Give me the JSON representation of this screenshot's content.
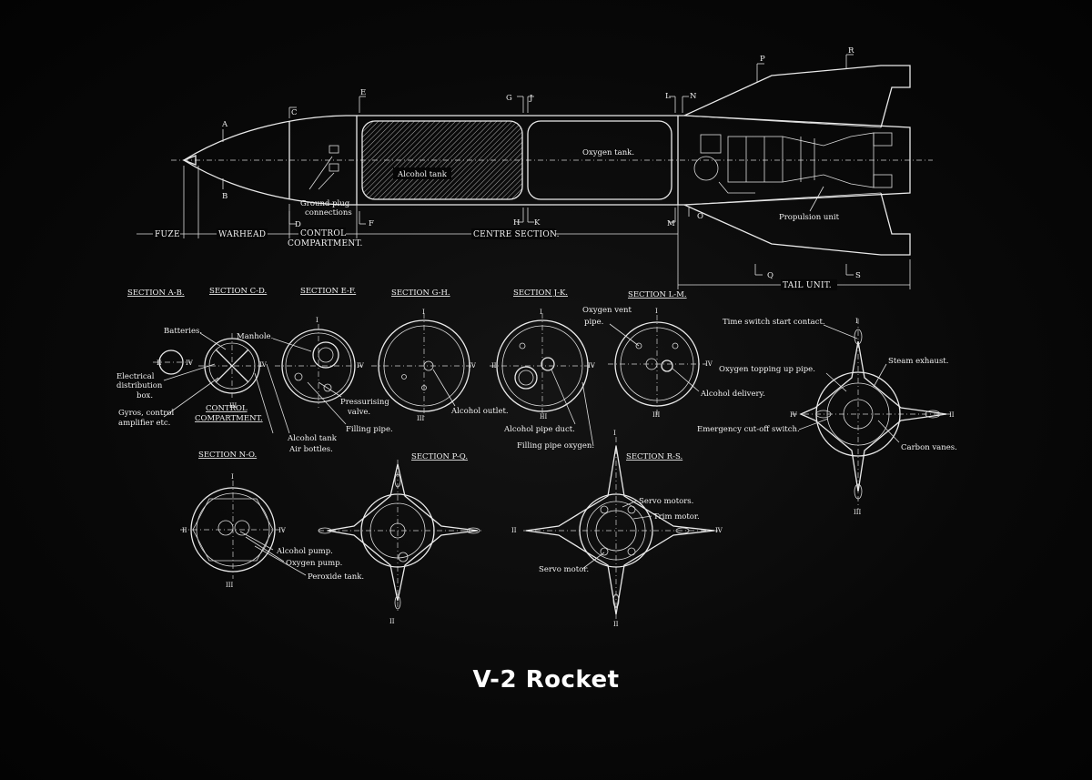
{
  "title": "V-2 Rocket",
  "dimensions": {
    "fuze": "FUZE",
    "warhead": "WARHEAD",
    "control1": "CONTROL",
    "control2": "COMPARTMENT.",
    "centre": "CENTRE SECTION.",
    "tail": "TAIL UNIT."
  },
  "section_letters": [
    "A",
    "B",
    "C",
    "D",
    "E",
    "F",
    "G",
    "H",
    "J",
    "K",
    "L",
    "M",
    "N",
    "O",
    "P",
    "Q",
    "R",
    "S"
  ],
  "side_labels": {
    "alcohol_tank": "Alcohol tank",
    "oxygen_tank": "Oxygen tank.",
    "ground_plug_1": "Ground plug",
    "ground_plug_2": "connections",
    "propulsion": "Propulsion unit"
  },
  "sections": {
    "ab": "SECTION A-B.",
    "cd": "SECTION C-D.",
    "ef": "SECTION E-F.",
    "gh": "SECTION G-H.",
    "jk": "SECTION J-K.",
    "lm": "SECTION L-M.",
    "no": "SECTION N-O.",
    "pq": "SECTION P-Q.",
    "rs": "SECTION R-S."
  },
  "annotations": {
    "batteries": "Batteries.",
    "manhole": "Manhole.",
    "elec1": "Electrical",
    "elec2": "distribution",
    "elec3": "box.",
    "gyros1": "Gyros, control",
    "gyros2": "amplifier etc.",
    "cc1": "CONTROL",
    "cc2": "COMPARTMENT.",
    "alcohol_tank2": "Alcohol tank",
    "air_bottles": "Air bottles.",
    "press1": "Pressurising",
    "press2": "valve.",
    "filling_pipe": "Filling pipe.",
    "alcohol_outlet": "Alcohol outlet.",
    "oxvent1": "Oxygen vent",
    "oxvent2": "pipe.",
    "alcohol_duct": "Alcohol pipe duct.",
    "filling_oxygen": "Filling pipe oxygen.",
    "alcohol_delivery": "Alcohol delivery.",
    "time_switch": "Time switch start contact.",
    "steam": "Steam exhaust.",
    "oxy_top": "Oxygen topping up pipe.",
    "emergency": "Emergency cut-off switch.",
    "carbon": "Carbon vanes.",
    "alcohol_pump": "Alcohol pump.",
    "oxygen_pump": "Oxygen pump.",
    "peroxide": "Peroxide tank.",
    "servo_motors": "Servo motors.",
    "trim_motor": "Trim motor.",
    "servo_motor": "Servo motor."
  },
  "numerals": [
    "I",
    "II",
    "III",
    "IV"
  ],
  "colors": {
    "background": "#050505",
    "ink": "#f2f2f2"
  }
}
